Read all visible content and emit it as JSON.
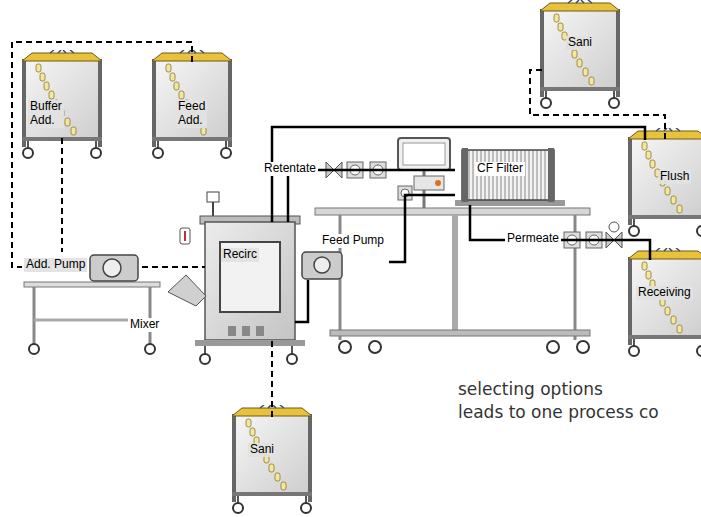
{
  "diagram": {
    "nodes": [
      {
        "text": [
          "Buffer Add."
        ]
      },
      {
        "text": [
          "Feed Add."
        ]
      },
      {
        "text": [
          "Sani"
        ]
      },
      {
        "text": [
          "CF Filter"
        ]
      },
      {
        "text": [
          "Flush"
        ]
      },
      {
        "text": [
          "Recirc"
        ]
      },
      {
        "text": [
          "Add. Pump"
        ]
      },
      {
        "text": [
          "Feed Pump"
        ]
      },
      {
        "text": [
          "Receiving"
        ]
      },
      {
        "text": [
          "Sani"
        ]
      }
    ],
    "edges": [
      {
        "from": 0,
        "to": 6,
        "arrow": "none"
      },
      {
        "from": 1,
        "to": 6,
        "arrow": "none"
      },
      {
        "from": 6,
        "to": 5,
        "arrow": "none"
      },
      {
        "from": 9,
        "to": 5,
        "arrow": "none"
      },
      {
        "from": 5,
        "to": 7,
        "arrow": "none"
      },
      {
        "from": 7,
        "to": 3,
        "arrow": "none"
      },
      {
        "from": 3,
        "to": 5,
        "label": "Retentate",
        "arrow": "none"
      },
      {
        "from": 3,
        "to": 8,
        "label": "Permeate",
        "arrow": "none"
      },
      {
        "from": 5,
        "to": 4,
        "arrow": "none"
      },
      {
        "from": 2,
        "to": 4,
        "arrow": "none"
      }
    ],
    "labels": [
      "Mixer",
      "selecting options",
      "leads to one process co"
    ]
  }
}
